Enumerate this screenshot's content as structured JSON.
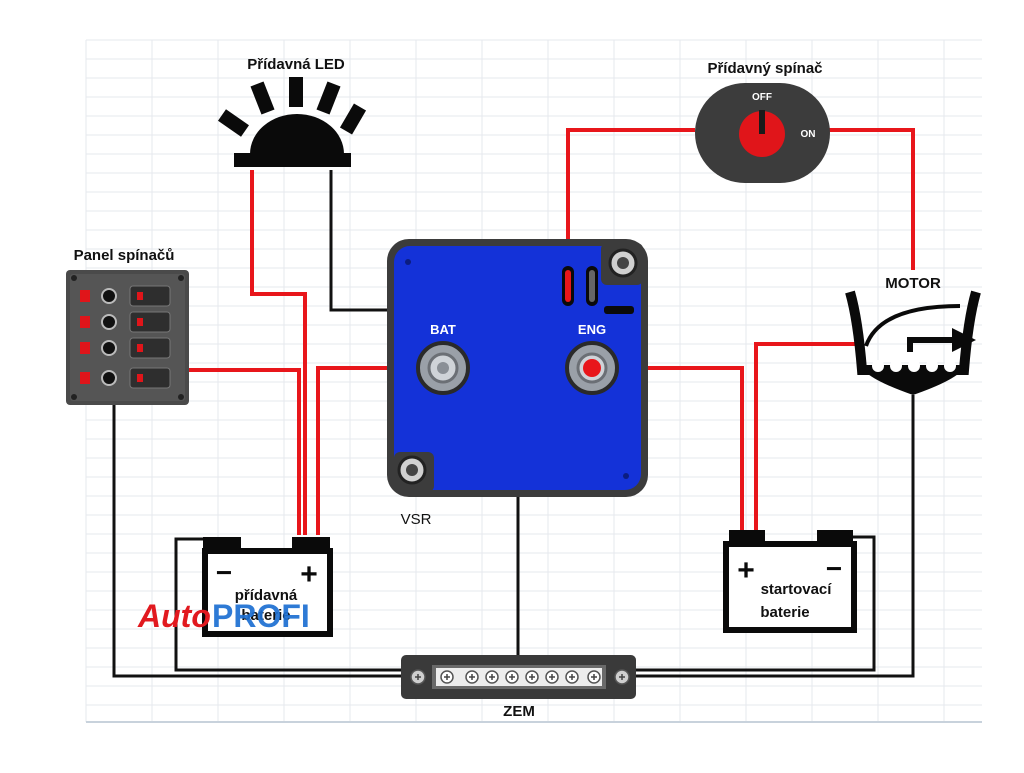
{
  "labels": {
    "led": "Přídavná LED",
    "aux_switch": "Přídavný spínač",
    "switch_off": "OFF",
    "switch_on": "ON",
    "switch_panel": "Panel spínačů",
    "motor": "MOTOR",
    "bat": "BAT",
    "eng": "ENG",
    "vsr": "VSR",
    "aux_battery_line1": "přídavná",
    "aux_battery_line2": "baterie",
    "start_battery_line1": "startovací",
    "start_battery_line2": "baterie",
    "ground": "ZEM",
    "plus": "+",
    "minus": "−"
  },
  "logo": {
    "part1": "Auto",
    "part2": "PROFI"
  },
  "colors": {
    "wire_positive": "#e8161b",
    "wire_ground": "#111111",
    "vsr_body": "#1432d8",
    "device_dark": "#3c3c3c",
    "switch_knob": "#e0151a",
    "led_red": "#e0151a",
    "logo_red": "#e1191f",
    "logo_blue": "#1c6fd1"
  },
  "icons": {
    "led": "led-lamp-icon",
    "aux_switch": "rotary-switch-icon",
    "switch_panel": "switch-panel-icon",
    "motor": "boat-motor-icon",
    "vsr": "voltage-sensitive-relay-icon",
    "battery": "battery-icon",
    "ground_bus": "ground-busbar-icon"
  }
}
